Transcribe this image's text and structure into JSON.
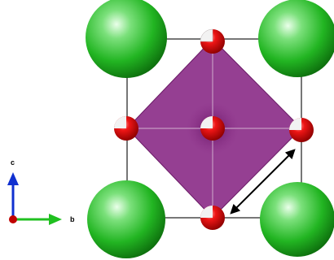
{
  "figure": {
    "kind": "crystal structure unit cell",
    "colors": {
      "corner_atom": "#22b522",
      "face_atom": "#e00000",
      "face_atom_cap": "#f2f2f2",
      "octahedron_fill": "#8a2a86",
      "cell_edge": "#444444",
      "axis_c": "#1030d0",
      "axis_b": "#20c020",
      "origin_atom": "#c00000"
    }
  },
  "axes": {
    "c_label": "c",
    "b_label": "b"
  }
}
